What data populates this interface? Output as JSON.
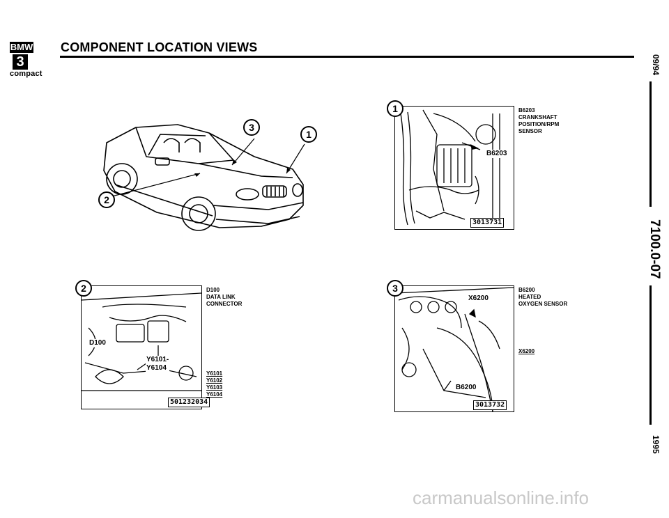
{
  "header": {
    "logo_brand": "BMW",
    "logo_model": "3",
    "logo_sub": "compact",
    "title": "COMPONENT LOCATION VIEWS"
  },
  "side": {
    "date": "09/94",
    "code": "7100.0-07",
    "year": "1995"
  },
  "overview": {
    "callouts": [
      "1",
      "2",
      "3"
    ]
  },
  "panel1": {
    "callout": "1",
    "tag": "B6203",
    "fig": "3013731",
    "labels": [
      "B6203",
      "CRANKSHAFT",
      "POSITION/RPM",
      "SENSOR"
    ]
  },
  "panel2": {
    "callout": "2",
    "tag_d100": "D100",
    "tag_y": [
      "Y6101-",
      "Y6104"
    ],
    "fig": "501232034",
    "labels": [
      "D100",
      "DATA LINK",
      "CONNECTOR"
    ],
    "y_labels": [
      "Y6101",
      "Y6102",
      "Y6103",
      "Y6104"
    ]
  },
  "panel3": {
    "callout": "3",
    "tag_x": "X6200",
    "tag_b": "B6200",
    "fig": "3013732",
    "labels": [
      "B6200",
      "HEATED",
      "OXYGEN SENSOR"
    ],
    "x_label": "X6200"
  },
  "watermark": "carmanualsonline.info"
}
